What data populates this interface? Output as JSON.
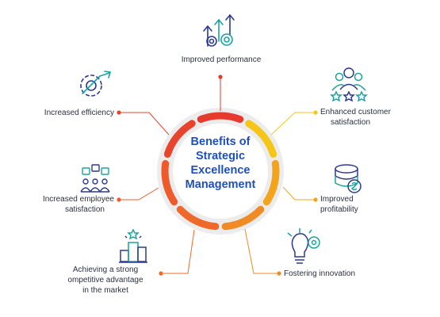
{
  "center": {
    "lines": [
      "Benefits of",
      "Strategic",
      "Excellence",
      "Management"
    ]
  },
  "items": [
    {
      "label": [
        "Improved performance"
      ],
      "icon": "gears-arrows-icon",
      "color": "#e53a2d"
    },
    {
      "label": [
        "Enhanced customer",
        "satisfaction"
      ],
      "icon": "customer-stars-icon",
      "color": "#f5c518"
    },
    {
      "label": [
        "Improved",
        "profitability"
      ],
      "icon": "coins-icon",
      "color": "#f2a51c"
    },
    {
      "label": [
        "Fostering innovation"
      ],
      "icon": "lightbulb-gear-icon",
      "color": "#f08a24"
    },
    {
      "label": [
        "Achieving a strong",
        "ompetitive advantage",
        "in the market"
      ],
      "icon": "podium-star-icon",
      "color": "#ef6a2a"
    },
    {
      "label": [
        "Increased employee",
        "satisfaction"
      ],
      "icon": "employee-feedback-icon",
      "color": "#ee5a2b"
    },
    {
      "label": [
        "Increased efficiency"
      ],
      "icon": "gear-arrow-icon",
      "color": "#e8432d"
    }
  ],
  "colors": {
    "icon_blue": "#2a3a8f",
    "icon_teal": "#1aa3a3",
    "title_blue": "#1f4fbf",
    "ring_gray": "#e6e6e6",
    "text": "#2a3140"
  }
}
